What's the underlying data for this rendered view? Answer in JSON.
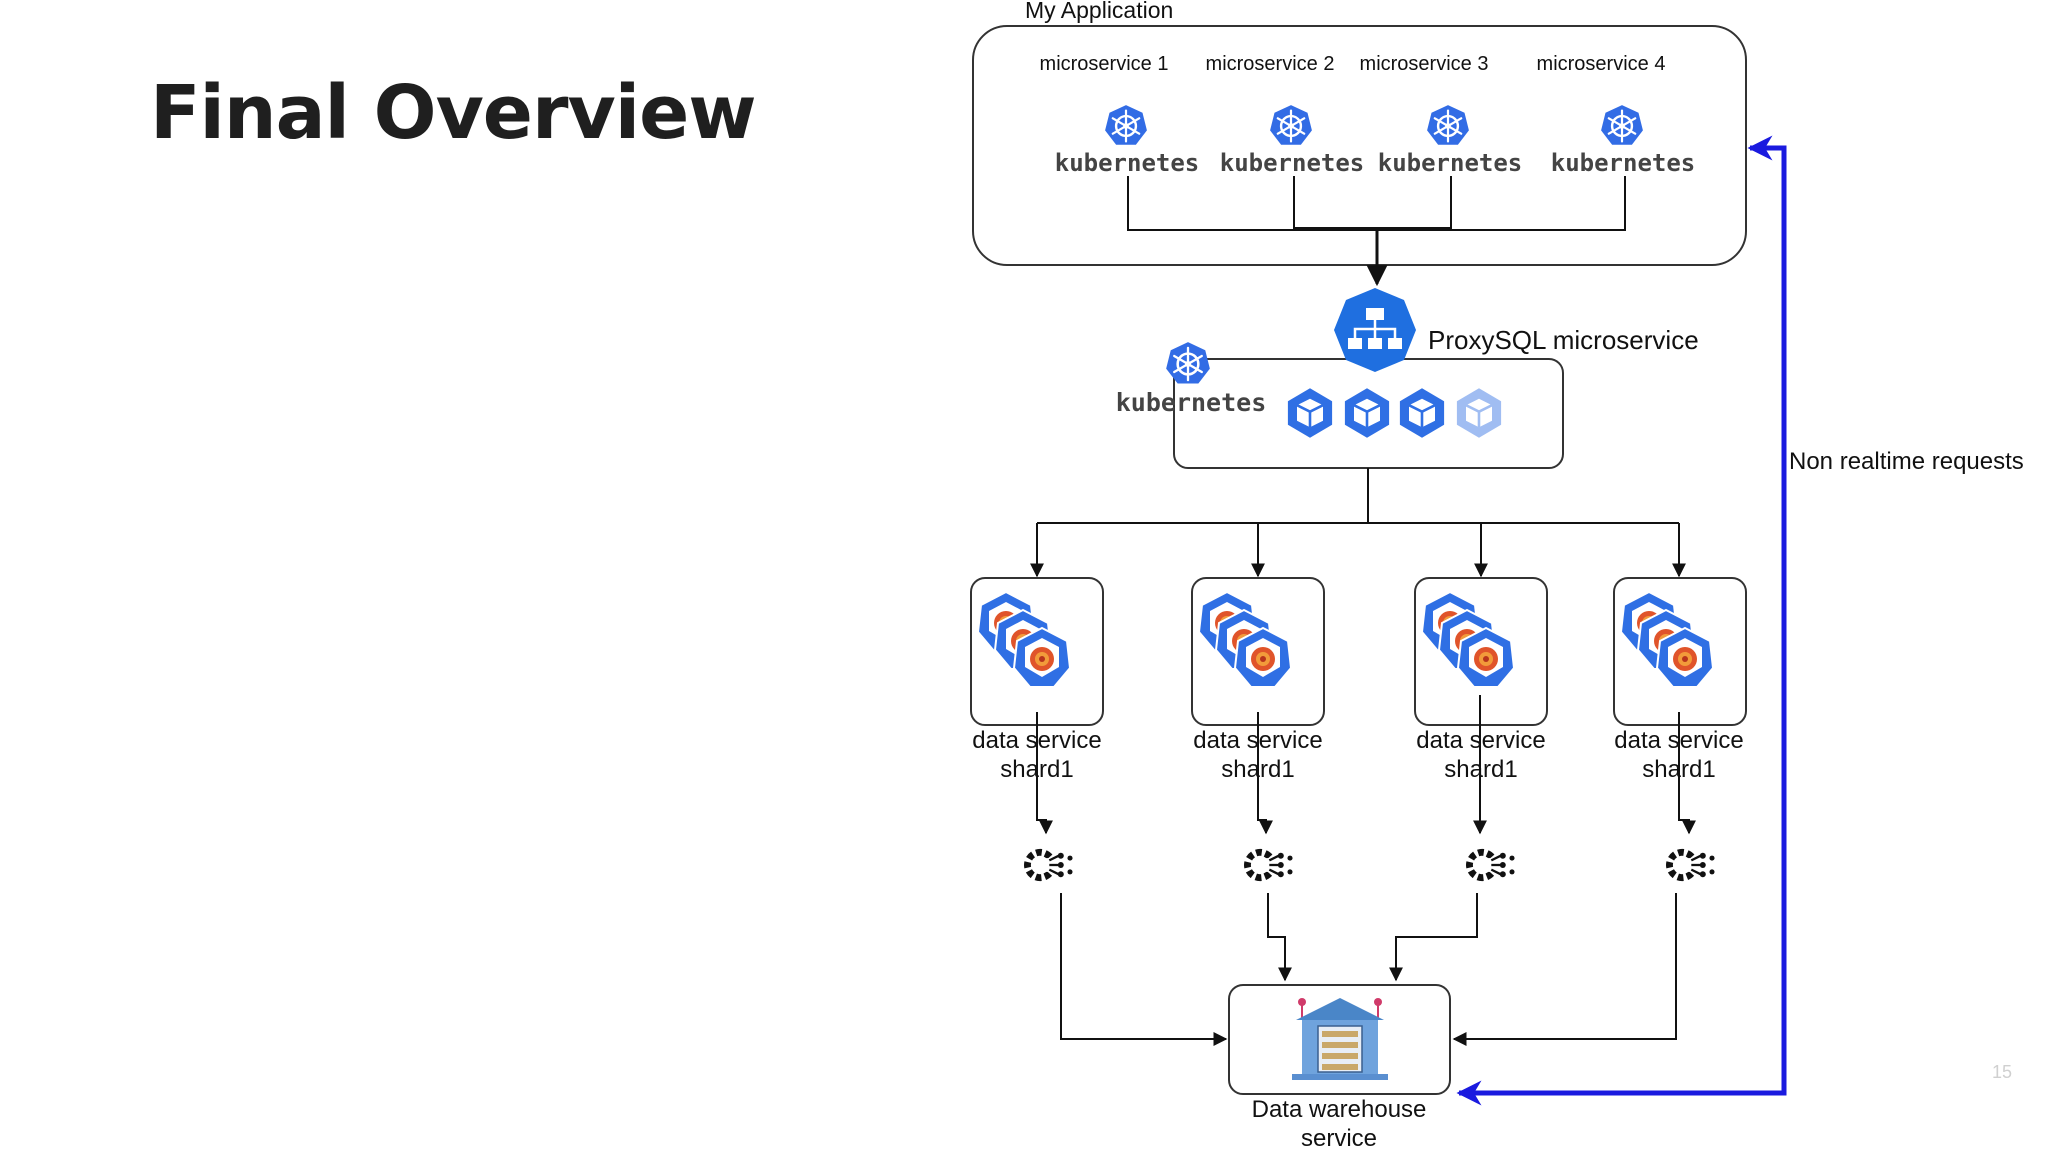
{
  "slide": {
    "title": "Final Overview",
    "page_number": "15"
  },
  "app": {
    "title": "My Application",
    "microservices": [
      {
        "label": "microservice 1",
        "platform": "kubernetes"
      },
      {
        "label": "microservice 2",
        "platform": "kubernetes"
      },
      {
        "label": "microservice 3",
        "platform": "kubernetes"
      },
      {
        "label": "microservice 4",
        "platform": "kubernetes"
      }
    ]
  },
  "proxy": {
    "label": "ProxySQL microservice",
    "platform": "kubernetes"
  },
  "shards": [
    {
      "line1": "data service",
      "line2": "shard1"
    },
    {
      "line1": "data service",
      "line2": "shard1"
    },
    {
      "line1": "data service",
      "line2": "shard1"
    },
    {
      "line1": "data service",
      "line2": "shard1"
    }
  ],
  "warehouse": {
    "line1": "Data warehouse",
    "line2": "service"
  },
  "feedback": {
    "label": "Non realtime requests",
    "color": "#1a1adf"
  },
  "colors": {
    "k8s_blue": "#326ce5",
    "proxy_blue": "#1f6fe0",
    "line": "#111111",
    "box_border": "#333333"
  },
  "icons": [
    "kubernetes-icon",
    "network-hierarchy-icon",
    "cube-icon",
    "database-pod-icon",
    "connector-gear-icon",
    "warehouse-server-icon"
  ]
}
